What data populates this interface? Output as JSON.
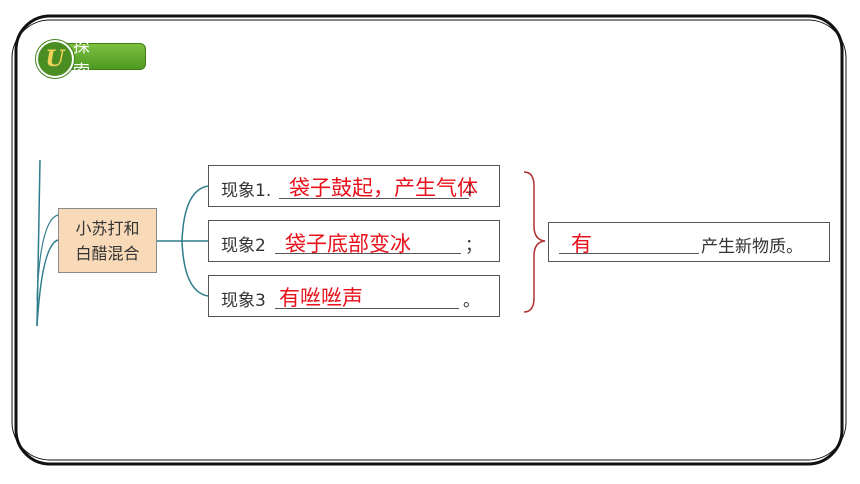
{
  "header": {
    "badge_letter": "U",
    "badge_title": "探 索"
  },
  "root": {
    "line1": "小苏打和",
    "line2": "白醋混合"
  },
  "phenomena": [
    {
      "label": "现象1.",
      "answer": "袋子鼓起，产生气体",
      "punct": ";"
    },
    {
      "label": "现象2",
      "answer": "袋子底部变冰",
      "punct": "；"
    },
    {
      "label": "现象3",
      "answer": "有咝咝声",
      "punct": "。"
    }
  ],
  "conclusion": {
    "answer": "有",
    "text": "产生新物质。"
  },
  "colors": {
    "answer": "#e8101a",
    "connector": "#2e7d8c",
    "brace": "#b03030",
    "root_fill": "#f8d9b8"
  }
}
